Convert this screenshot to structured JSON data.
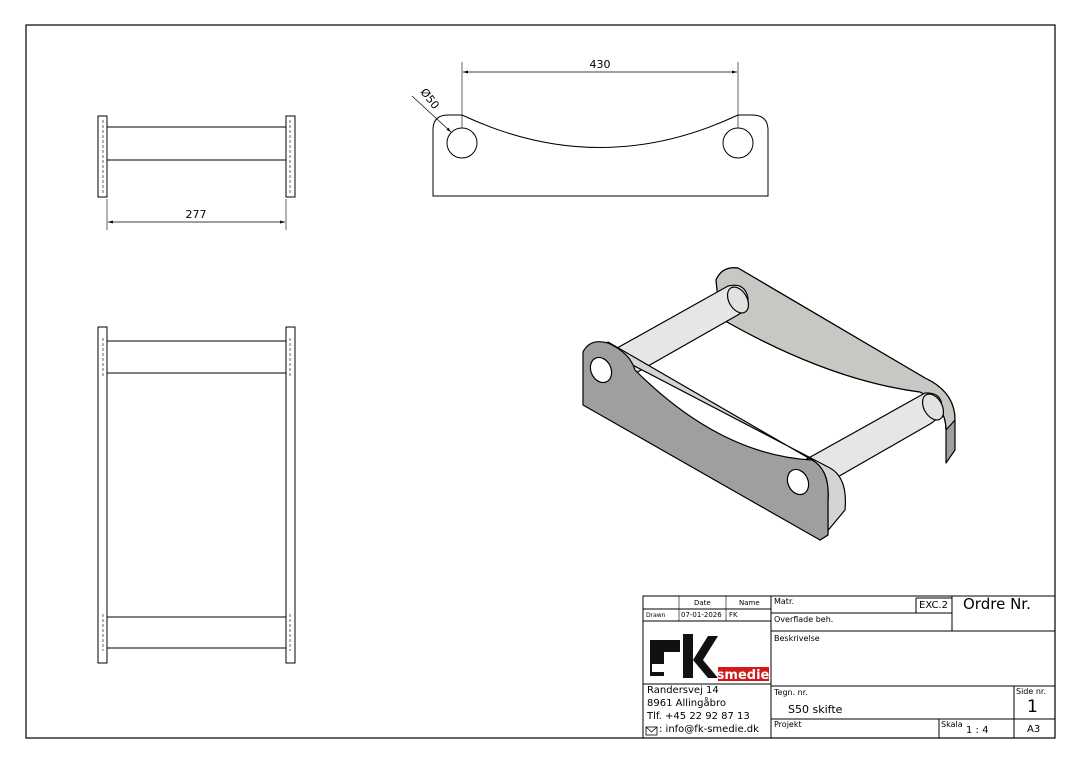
{
  "dimensions": {
    "width_277": "277",
    "length_430": "430",
    "diameter": "Ø50"
  },
  "title_block": {
    "header_date": "Date",
    "header_name": "Name",
    "drawn_label": "Drawn",
    "drawn_date": "07-01-2026",
    "drawn_name": "FK",
    "logo_text": "smedie",
    "address_line1": "Randersvej 14",
    "address_line2": "8961 Allingåbro",
    "phone": "Tlf. +45 22 92 87 13",
    "email": ": info@fk-smedie.dk",
    "matr_label": "Matr.",
    "exc": "EXC.2",
    "ordre_label": "Ordre Nr.",
    "overflade_label": "Overflade beh.",
    "beskrivelse_label": "Beskrivelse",
    "tegn_label": "Tegn. nr.",
    "tegn_value": "S50 skifte",
    "side_label": "Side nr.",
    "side_value": "1",
    "projekt_label": "Projekt",
    "skala_label": "Skala",
    "skala_value": "1 : 4",
    "format": "A3"
  }
}
